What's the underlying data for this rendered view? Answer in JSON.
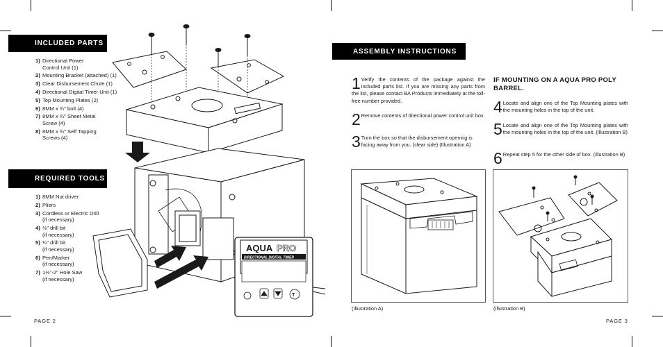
{
  "left_page": {
    "included_parts": {
      "title": "INCLUDED PARTS",
      "items": [
        {
          "num": "1)",
          "text": "Directional Power\nControl Unit (1)"
        },
        {
          "num": "2)",
          "text": "Mounting Bracket (attached) (1)"
        },
        {
          "num": "3)",
          "text": "Clear Disbursement Chute (1)"
        },
        {
          "num": "4)",
          "text": "Directional Digital Timer Unit (1)"
        },
        {
          "num": "5)",
          "text": "Top Mounting Plates (2)"
        },
        {
          "num": "6)",
          "text": "8MM x ¾\" bolt (4)"
        },
        {
          "num": "7)",
          "text": "8MM x ¾\" Sheet Metal\nScrew (4)"
        },
        {
          "num": "8)",
          "text": "8MM x ¾\" Self Tapping\nScrews (4)"
        }
      ]
    },
    "required_tools": {
      "title": "REQUIRED TOOLS",
      "items": [
        {
          "num": "1)",
          "text": "8MM Nut driver"
        },
        {
          "num": "2)",
          "text": "Pliers"
        },
        {
          "num": "3)",
          "text": "Cordless or Electric Drill\n(if necessary)"
        },
        {
          "num": "4)",
          "text": "⅛\" drill bit\n(if necessary)"
        },
        {
          "num": "5)",
          "text": "¼\" drill bit\n(if necessary)"
        },
        {
          "num": "6)",
          "text": "Pen/Marker\n(if necessary)"
        },
        {
          "num": "7)",
          "text": "1½\"-2\" Hole Saw\n(if necessary)"
        }
      ]
    },
    "timer_logo_aqua": "AQUA",
    "timer_logo_pro": "PRO",
    "timer_subtitle": "DIRECTIONAL DIGITAL TIMER",
    "page_number": "PAGE 2"
  },
  "right_page": {
    "assembly_title": "ASSEMBLY INSTRUCTIONS",
    "steps": [
      {
        "num": "1",
        "text": "Verify the contents of the package against the included parts list. If you are missing any parts from the list, please contact BA Products immediately at the toll-free number provided."
      },
      {
        "num": "2",
        "text": "Remove contents of directional power control unit box."
      },
      {
        "num": "3",
        "text": "Turn the box so that the disbursement opening is facing away from you. (clear side) (Illustration A)"
      }
    ],
    "poly_heading": "IF MOUNTING ON A AQUA PRO POLY BARREL.",
    "poly_steps": [
      {
        "num": "4",
        "text": "Locate and align one of the Top Mounting plates with the mounting holes in the top of the unit."
      },
      {
        "num": "5",
        "text": "Locate and align one of the Top Mounting plates with the mounting holes in the top of the unit. (Illustration B)"
      },
      {
        "num": "6",
        "text": "Repeat step 5 for the other side of box. (Illustration B)"
      }
    ],
    "caption_a": "(Illustration A)",
    "caption_b": "(Illustration B)",
    "page_number": "PAGE 3"
  }
}
